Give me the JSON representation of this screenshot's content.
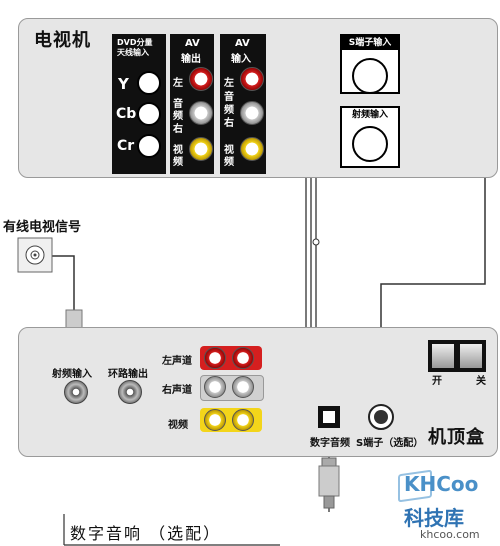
{
  "tv": {
    "title": "电视机",
    "dvd_header_1": "DVD分量",
    "dvd_header_2": "天线输入",
    "dvd_y": "Y",
    "dvd_cb": "Cb",
    "dvd_cr": "Cr",
    "av_out_header_1": "AV",
    "av_out_header_2": "输出",
    "av_in_header_1": "AV",
    "av_in_header_2": "输入",
    "left": "左",
    "audio_1": "音",
    "audio_2": "频",
    "right": "右",
    "video_1": "视",
    "video_2": "频",
    "svideo_in": "S端子输入",
    "rf_in": "射频输入"
  },
  "cable_signal": "有线电视信号",
  "stb": {
    "title": "机顶盒",
    "rf_in": "射频输入",
    "loop_out": "环路输出",
    "left_channel": "左声道",
    "right_channel": "右声道",
    "video": "视频",
    "digital_audio": "数字音频",
    "svideo_optional": "S端子（选配）",
    "switch_on": "开",
    "switch_off": "关"
  },
  "digital_speaker": "数字音响 （选配）",
  "watermark": {
    "logo": "KHCoo",
    "cn": "科技库",
    "url": "khcoo.com"
  },
  "colors": {
    "red_plug": "#d51f1f",
    "white_plug": "#c9c9c9",
    "yellow_plug": "#f3d51a"
  }
}
